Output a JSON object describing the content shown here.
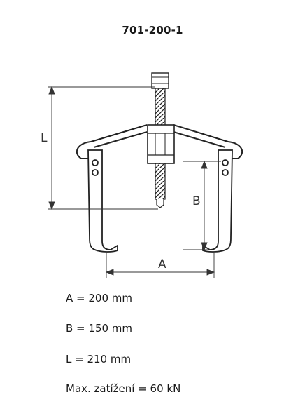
{
  "title": "701-200-1",
  "drawing": {
    "dimension_labels": {
      "a": "A",
      "b": "B",
      "l": "L"
    }
  },
  "specs": {
    "a": "A = 200 mm",
    "b": "B = 150 mm",
    "l": "L = 210 mm",
    "load": "Max. zatížení = 60 kN"
  }
}
